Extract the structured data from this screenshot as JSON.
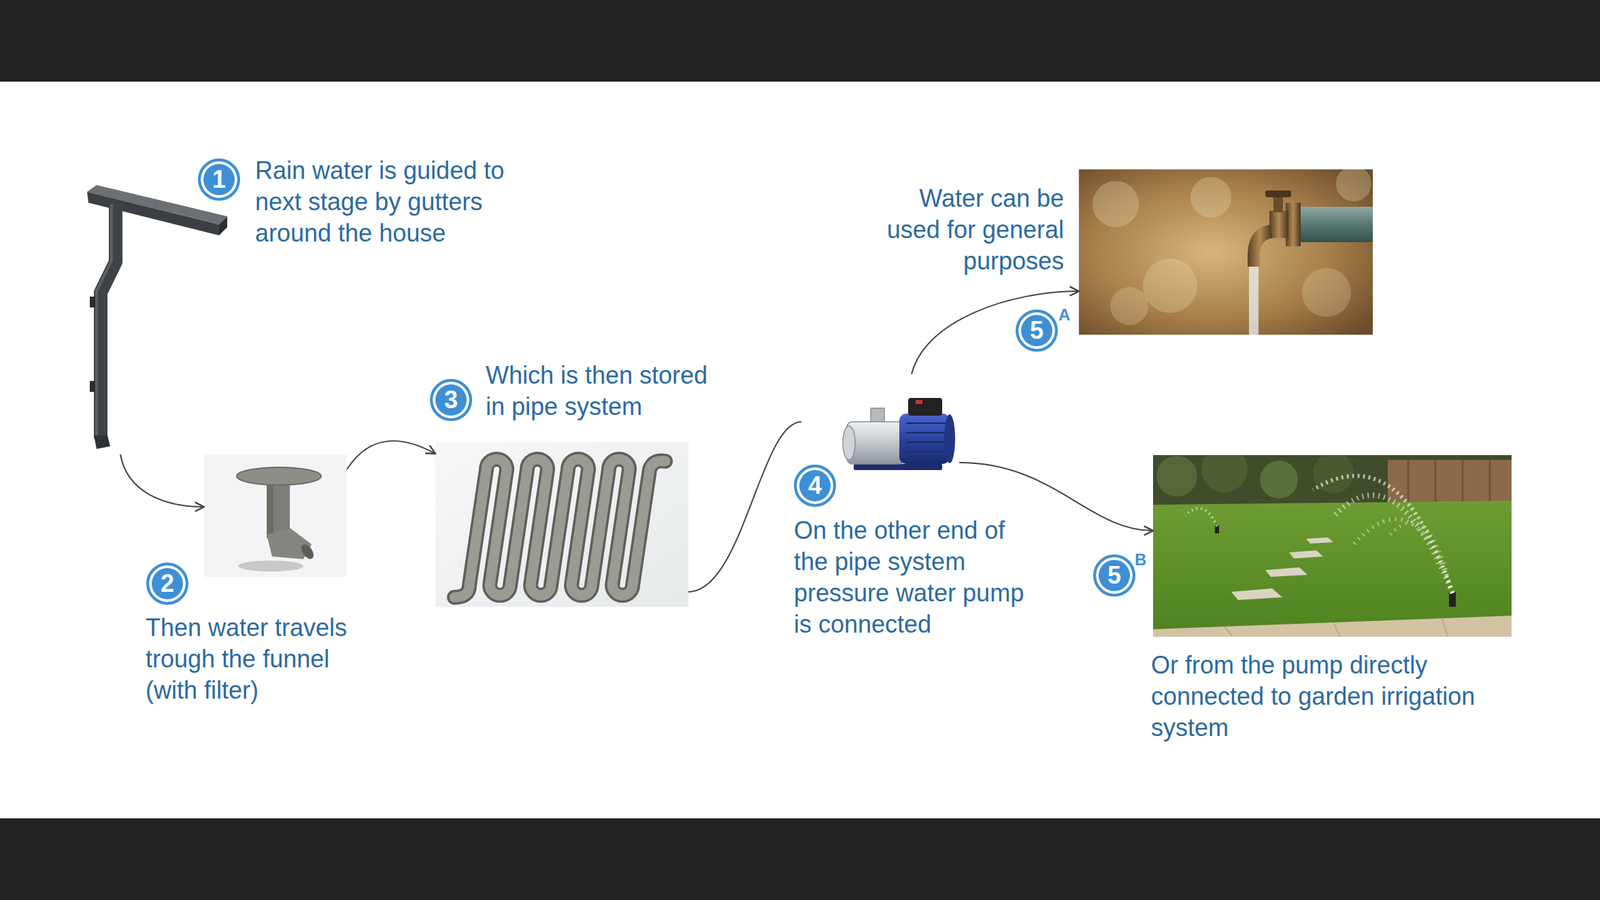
{
  "diagram": {
    "nodes": [
      {
        "text": [
          "1",
          "Rain water is guided to next stage by gutters around the house"
        ]
      },
      {
        "text": [
          "2",
          "Then water travels trough the funnel (with filter)"
        ]
      },
      {
        "text": [
          "3",
          "Which is then stored in pipe system"
        ]
      },
      {
        "text": [
          "4",
          "On the other end of the pipe system pressure water pump is connected"
        ]
      },
      {
        "text": [
          "5",
          "A",
          "Water can be used for general purposes"
        ]
      },
      {
        "text": [
          "5",
          "B",
          "Or from the pump directly connected to garden irrigation system"
        ]
      }
    ],
    "edges": [
      {
        "from": 0,
        "to": 1,
        "arrow": "to"
      },
      {
        "from": 1,
        "to": 2,
        "arrow": "to"
      },
      {
        "from": 2,
        "to": 3,
        "arrow": "none"
      },
      {
        "from": 3,
        "to": 4,
        "arrow": "to"
      },
      {
        "from": 3,
        "to": 5,
        "arrow": "to"
      }
    ]
  }
}
